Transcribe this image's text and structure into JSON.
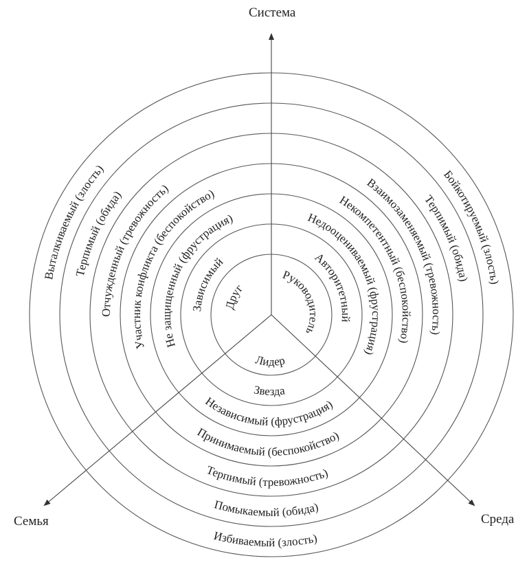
{
  "axes": {
    "top": "Система",
    "left": "Семья",
    "right": "Среда"
  },
  "rings": [
    {
      "left": "Друг",
      "right": "Руководитель",
      "bottom": "Лидер"
    },
    {
      "left": "Зависимый",
      "right": "Авторитетный",
      "bottom": "Звезда"
    },
    {
      "left": "Не защищенный (фрустрация)",
      "right": "Недооцениваемый (фрустрация)",
      "bottom": "Независимый (фрустрация)"
    },
    {
      "left": "Участник конфликта (беспокойство)",
      "right": "Некомпетентный (беспокойство)",
      "bottom": "Принимаемый (беспокойство)"
    },
    {
      "left": "Отчужденный (тревожность)",
      "right": "Взаимозаменяемый (тревожность)",
      "bottom": "Терпимый (тревожность)"
    },
    {
      "left": "Терпимый (обида)",
      "right": "Терпимый (обида)",
      "bottom": "Помыкаемый (обида)"
    },
    {
      "left": "Выталкиваемый (злость)",
      "right": "Бойкотируемый (злость)",
      "bottom": "Избиваемый (злость)"
    }
  ],
  "colors": {
    "line": "#555555",
    "text": "#222222"
  }
}
